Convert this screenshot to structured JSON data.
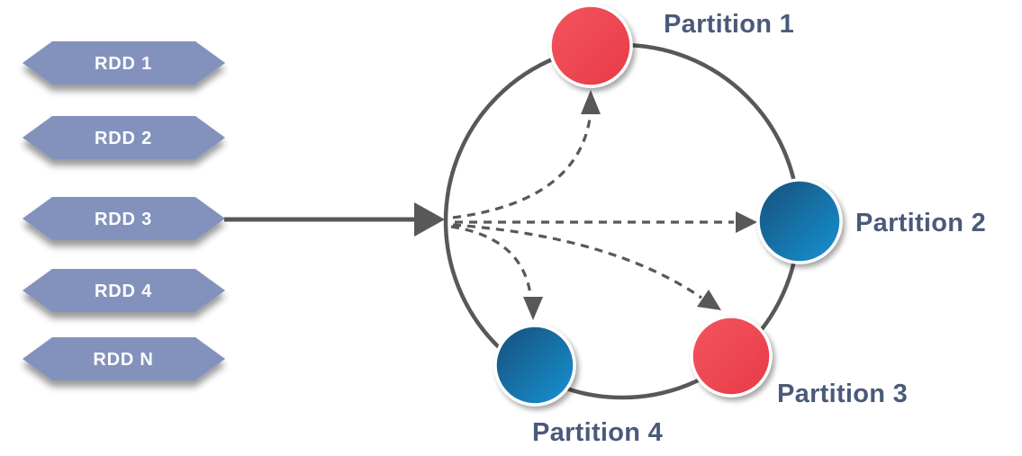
{
  "diagram": {
    "rdds": [
      {
        "label": "RDD 1"
      },
      {
        "label": "RDD 2"
      },
      {
        "label": "RDD 3"
      },
      {
        "label": "RDD 4"
      },
      {
        "label": "RDD N"
      }
    ],
    "partitions": [
      {
        "label": "Partition 1",
        "color_name": "red"
      },
      {
        "label": "Partition 2",
        "color_name": "blue"
      },
      {
        "label": "Partition 3",
        "color_name": "red"
      },
      {
        "label": "Partition 4",
        "color_name": "blue"
      }
    ],
    "icons": {
      "arrowhead": "solid-triangle",
      "rdd_shape": "hexagon-banner"
    },
    "colors": {
      "background": "#ffffff",
      "rdd_fill": "#8392bd",
      "rdd_text": "#ffffff",
      "partition_label": "#4b5a79",
      "connector": "#585858",
      "node_ring": "#ffffff",
      "red_grad_start": "#f2565f",
      "red_grad_end": "#e83a46",
      "blue_grad_start": "#124f79",
      "blue_grad_end": "#1b93d4"
    }
  }
}
